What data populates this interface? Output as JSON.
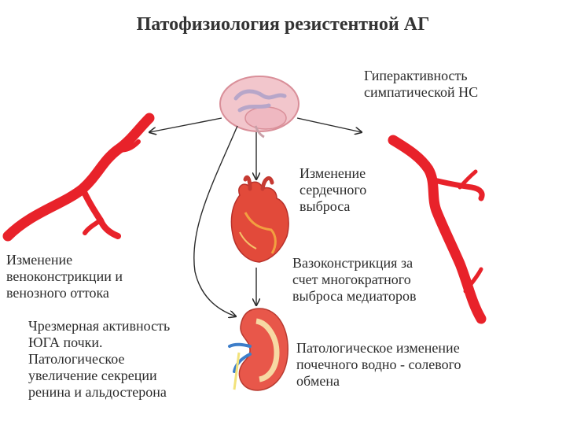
{
  "title": "Патофизиология резистентной АГ",
  "labels": {
    "sympathetic": [
      "Гиперактивность",
      "симпатической НС"
    ],
    "cardiac_output": [
      "Изменение",
      "сердечного",
      "выброса"
    ],
    "venoconstriction": [
      "Изменение",
      "веноконстрикции и",
      "венозного оттока"
    ],
    "vasoconstriction": [
      "Вазоконстрикция за",
      "счет многократного",
      "выброса медиаторов"
    ],
    "jga": [
      "Чрезмерная активность",
      "ЮГА почки.",
      "Патологическое",
      "увеличение секреции",
      "ренина и альдостерона"
    ],
    "renal": [
      "Патологическое изменение",
      "почечного водно - солевого",
      "обмена"
    ]
  },
  "colors": {
    "vessel": "#e8222a",
    "brain": "#f2c6cc",
    "brain_fold": "#b7a6c9",
    "heart": "#e24a3a",
    "kidney": "#e8574a",
    "arrow": "#2b2b2b"
  },
  "icons": [
    "brain-icon",
    "heart-icon",
    "kidney-icon",
    "vein-left-icon",
    "vein-right-icon"
  ]
}
